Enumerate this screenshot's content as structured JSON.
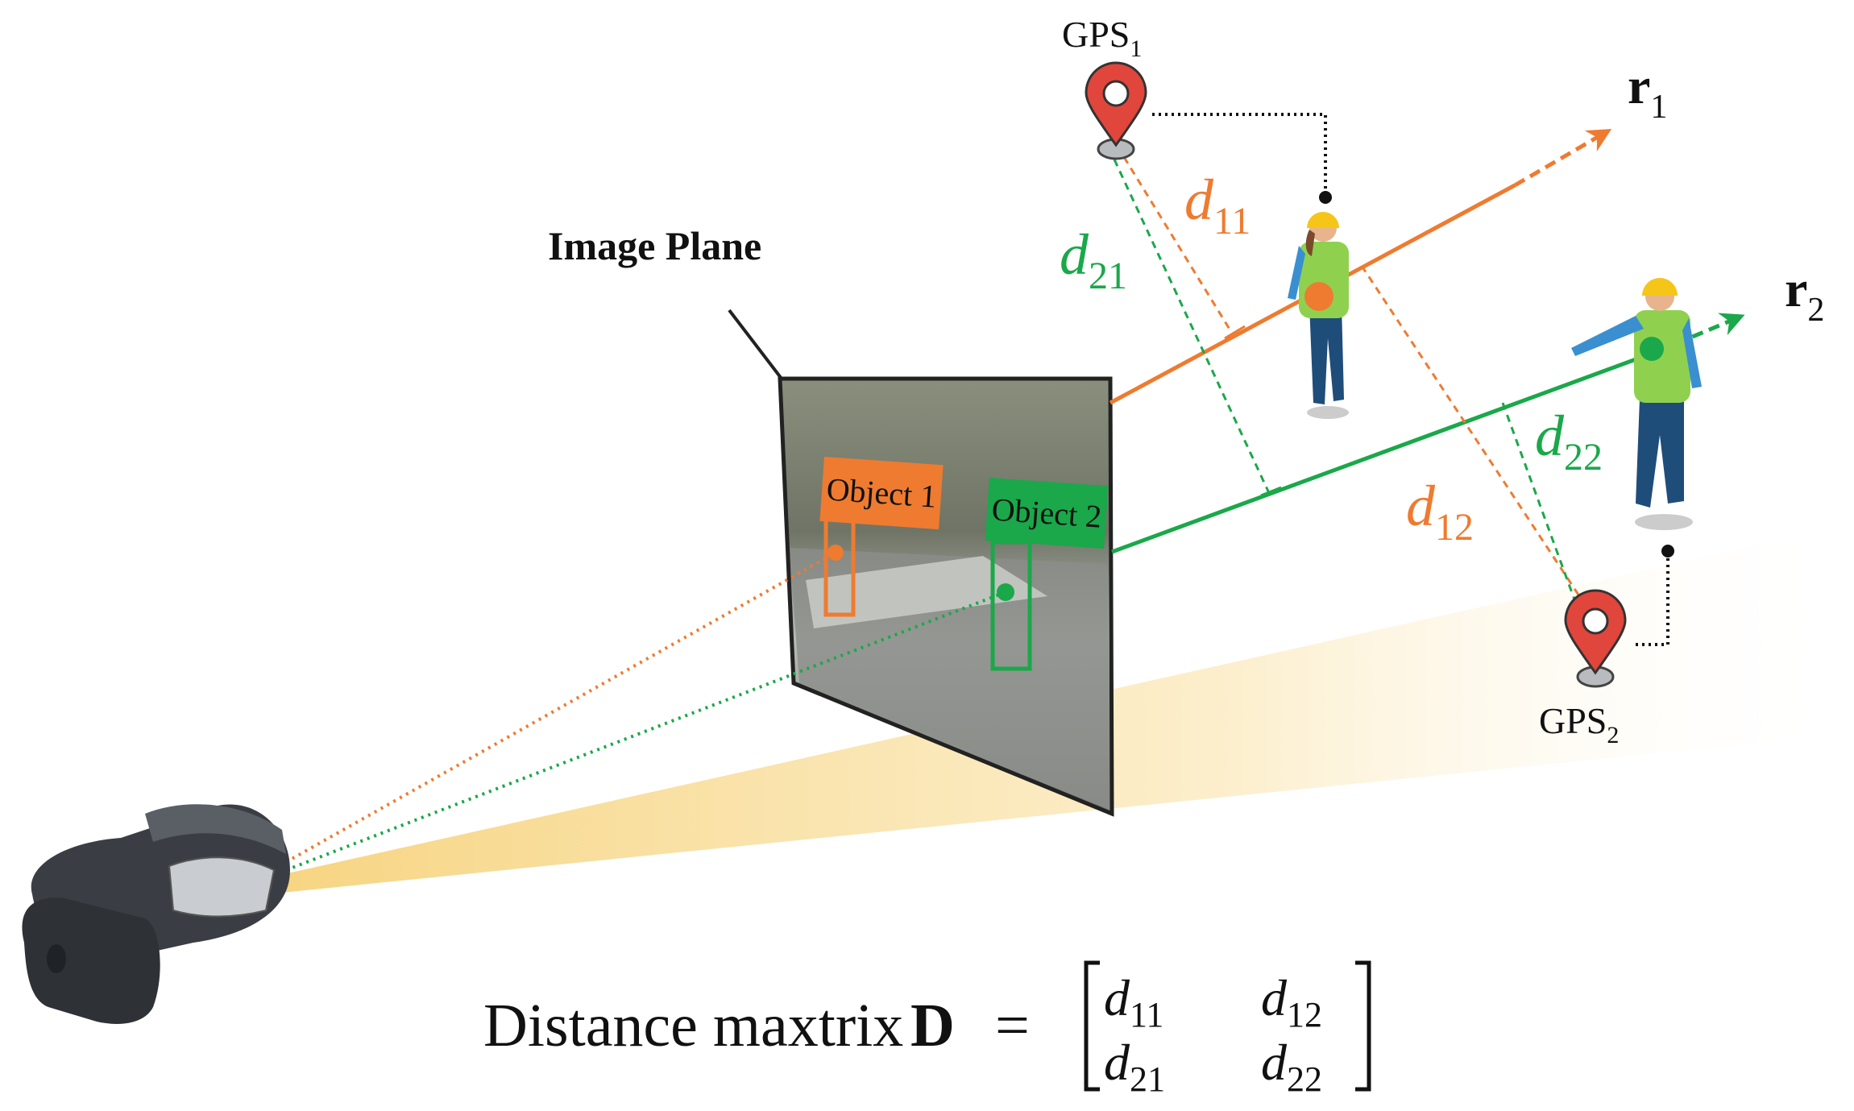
{
  "labels": {
    "image_plane": "Image Plane",
    "gps1_base": "GPS",
    "gps1_sub": "1",
    "gps2_base": "GPS",
    "gps2_sub": "2",
    "r1_base": "r",
    "r1_sub": "1",
    "r2_base": "r",
    "r2_sub": "2",
    "d11_base": "d",
    "d11_sub": "11",
    "d21_base": "d",
    "d21_sub": "21",
    "d12_base": "d",
    "d12_sub": "12",
    "d22_base": "d",
    "d22_sub": "22",
    "object1": "Object 1",
    "object2": "Object 2"
  },
  "equation": {
    "prefix": "Distance maxtrix ",
    "symbol": "D",
    "equals": "=",
    "m11_base": "d",
    "m11_sub": "11",
    "m12_base": "d",
    "m12_sub": "12",
    "m21_base": "d",
    "m21_sub": "21",
    "m22_base": "d",
    "m22_sub": "22"
  },
  "colors": {
    "orange": "#ee7b30",
    "green": "#1aa84a",
    "gps_red": "#e0463c",
    "frustum": "#f7d88a",
    "black": "#111111"
  }
}
